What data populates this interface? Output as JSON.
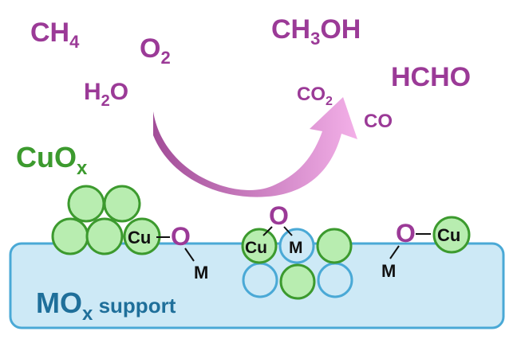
{
  "molecules": {
    "ch4": {
      "base": "CH",
      "sub": "4"
    },
    "o2": {
      "base": "O",
      "sub": "2"
    },
    "h2o": {
      "base": "H",
      "sub": "2",
      "tail": "O"
    },
    "ch3oh": {
      "base": "CH",
      "sub": "3",
      "tail": "OH"
    },
    "hcho": "HCHO",
    "co2": {
      "base": "CO",
      "sub": "2"
    },
    "co": "CO"
  },
  "cuox_label": {
    "base": "CuO",
    "sub": "x"
  },
  "support_label": {
    "base": "MO",
    "sub": "x",
    "tail": " support"
  },
  "sites": {
    "left": {
      "cu": "Cu",
      "o": "O",
      "m": "M"
    },
    "middle": {
      "cu": "Cu",
      "o": "O",
      "m": "M"
    },
    "right": {
      "cu": "Cu",
      "o": "O",
      "m": "M"
    }
  },
  "colors": {
    "molecule": "#9b3a97",
    "cu_particle": "#3c9a2e",
    "cu_fill": "#b8edb0",
    "support_fill": "#cde9f6",
    "support_stroke": "#4aa9d6",
    "support_text": "#1f6f9a",
    "arrow_start": "#a24d98",
    "arrow_end": "#f0a8e4"
  }
}
